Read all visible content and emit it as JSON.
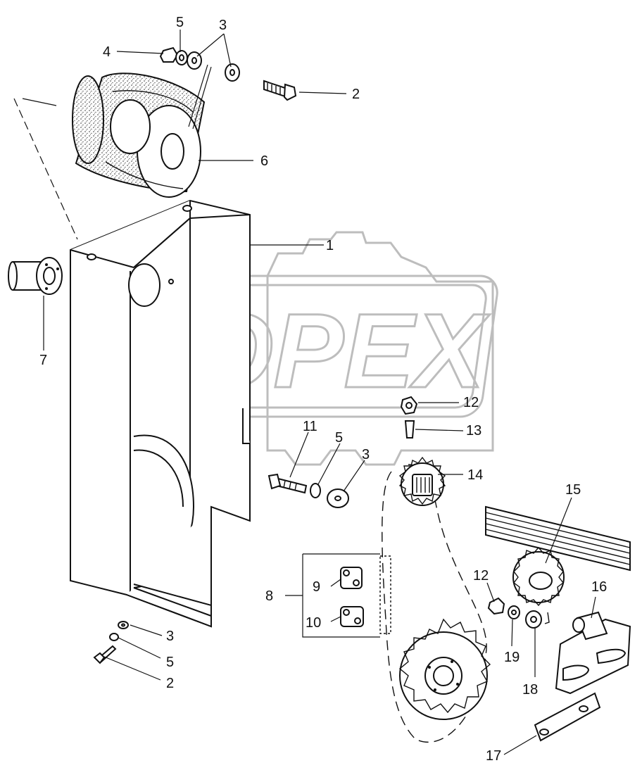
{
  "watermark": {
    "text": "OPEX",
    "color": "#bdbdbd"
  },
  "callouts": [
    "1",
    "2",
    "3",
    "4",
    "5",
    "6",
    "7",
    "8",
    "9",
    "10",
    "11",
    "12",
    "13",
    "14",
    "15",
    "16",
    "17",
    "18",
    "19"
  ],
  "colors": {
    "ink": "#111111",
    "background": "#ffffff"
  }
}
